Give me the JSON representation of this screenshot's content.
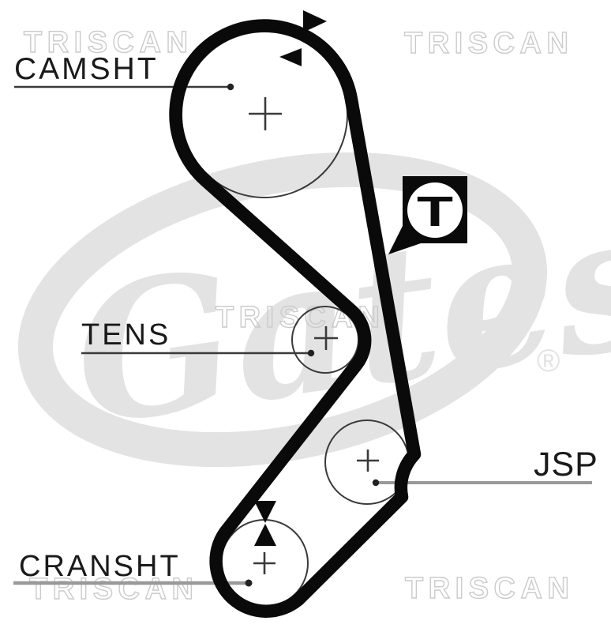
{
  "watermarks": {
    "triscan": "TRISCAN",
    "gates_script": "Gates",
    "registered_mark": "®"
  },
  "labels": {
    "camshaft": "CAMSHT",
    "tensioner": "TENS",
    "jsp": "JSP",
    "crankshaft": "CRANSHT"
  },
  "tension_marker": {
    "letter": "T"
  },
  "colors": {
    "belt": "#0a0a0a",
    "pulley_outline": "#3a3a3a",
    "label_text": "#1a1a1a",
    "leader_dark": "#3a3a3a",
    "leader_gray": "#999999",
    "leader_dot": "#222222",
    "watermark_outline": "#cbcbcb",
    "gates_watermark": "#e3e3e3"
  }
}
